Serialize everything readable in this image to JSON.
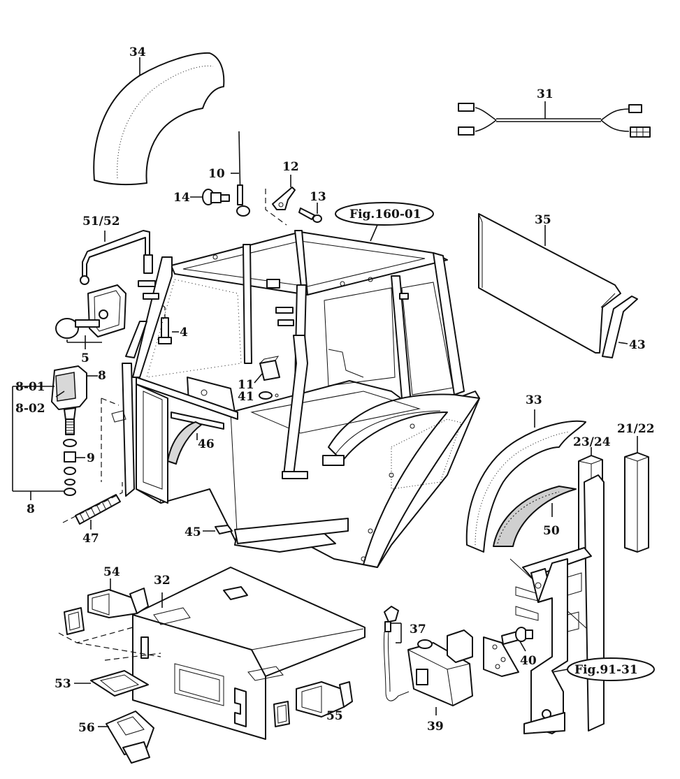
{
  "callouts": {
    "c34": "34",
    "c31": "31",
    "c10": "10",
    "c12": "12",
    "c14": "14",
    "c13": "13",
    "c51_52": "51/52",
    "c35": "35",
    "c4": "4",
    "c5": "5",
    "c43": "43",
    "c8_top": "8",
    "c8_01": "8-01",
    "c8_02": "8-02",
    "c11": "11",
    "c41": "41",
    "c9": "9",
    "c46": "46",
    "c33": "33",
    "c23_24": "23/24",
    "c21_22": "21/22",
    "c8_bottom": "8",
    "c47": "47",
    "c50": "50",
    "c45": "45",
    "c54": "54",
    "c32": "32",
    "c37": "37",
    "c40": "40",
    "c53": "53",
    "c55": "55",
    "c56": "56",
    "c39": "39"
  },
  "figure_refs": {
    "fig_160_01": "Fig.160-01",
    "fig_91_31": "Fig.91-31"
  }
}
